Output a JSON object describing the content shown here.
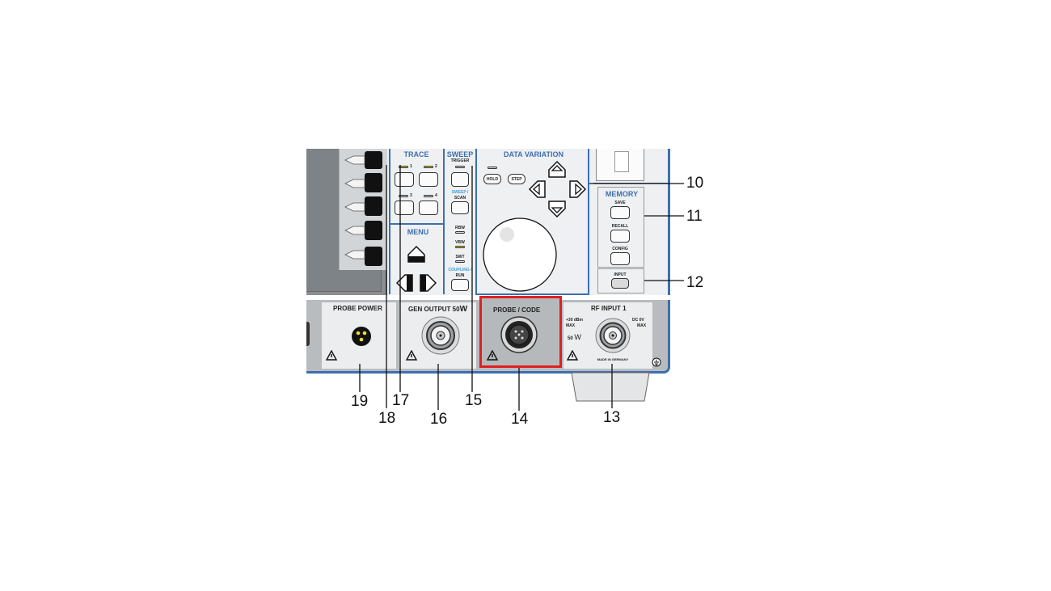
{
  "sections": {
    "trace": "TRACE",
    "sweep": "SWEEP",
    "data_variation": "DATA VARIATION",
    "menu": "MENU",
    "memory": "MEMORY"
  },
  "keys": {
    "trigger": "TRIGGER",
    "trace_1": "1",
    "trace_2": "2",
    "trace_3": "3",
    "trace_4": "4",
    "sweep_scan_a": "SWEEP /",
    "sweep_scan_b": "SCAN",
    "rbw": "RBW",
    "vbw": "VBW",
    "swt": "SWT",
    "coupling": "COUPLING /",
    "run": "RUN",
    "hold": "HOLD",
    "step": "STEP",
    "save": "SAVE",
    "recall": "RECALL",
    "config": "CONFIG",
    "input": "INPUT"
  },
  "connectors": {
    "probe_power": "PROBE POWER",
    "gen_output": "GEN OUTPUT 50",
    "gen_output_unit": "W",
    "probe_code": "PROBE / CODE",
    "rf_input": "RF INPUT 1",
    "rf_max_line1": "+30 dBm",
    "rf_max_line2": "MAX",
    "rf_imp": "50",
    "rf_imp_unit": "W",
    "rf_dc_line1": "DC 0V",
    "rf_dc_line2": "MAX",
    "made_in": "MADE IN GERMANY"
  },
  "callouts": [
    "10",
    "11",
    "12",
    "13",
    "14",
    "15",
    "16",
    "17",
    "18",
    "19"
  ],
  "colors": {
    "panel_blue": "#3d6fb0",
    "highlight_red": "#e02020",
    "led_yellow": "#e9e02b"
  }
}
